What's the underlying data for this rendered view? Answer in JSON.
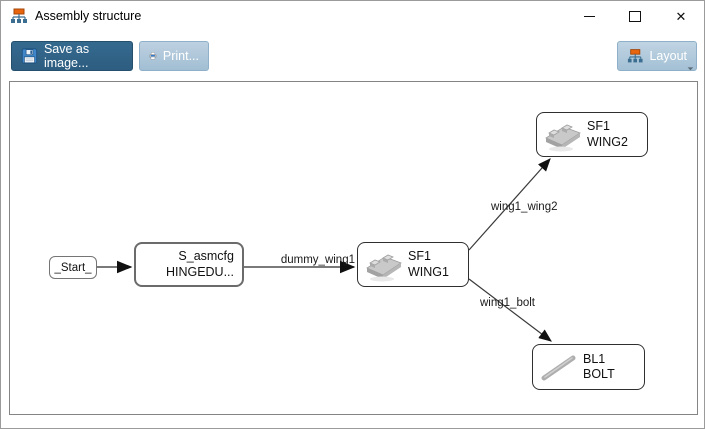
{
  "window": {
    "title": "Assembly structure",
    "controls": {
      "minimize": "",
      "maximize": "",
      "close": "✕"
    }
  },
  "toolbar": {
    "save_label": "Save as image...",
    "print_label": "Print...",
    "layout_label": "Layout"
  },
  "colors": {
    "save_button_bg": "#2d5d80",
    "secondary_button_bg": "#a4c0d5",
    "button_border": "#8fb0c8",
    "canvas_border": "#858585",
    "edge_color": "#4f4f4f",
    "hierarchy_icon_orange": "#e8650d",
    "hierarchy_icon_blue": "#3c6e91"
  },
  "diagram": {
    "nodes": {
      "start": {
        "label": "_Start_"
      },
      "s_asmcfg": {
        "line1": "S_asmcfg",
        "line2": "HINGEDU..."
      },
      "wing1": {
        "line1": "SF1",
        "line2": "WING1",
        "icon": "wing-part-icon"
      },
      "wing2": {
        "line1": "SF1",
        "line2": "WING2",
        "icon": "wing-part-icon"
      },
      "bolt": {
        "line1": "BL1",
        "line2": "BOLT",
        "icon": "bolt-part-icon"
      }
    },
    "edges": {
      "start_to_asmcfg": {
        "label": ""
      },
      "asmcfg_to_wing1": {
        "label": "dummy_wing1"
      },
      "wing1_to_wing2": {
        "label": "wing1_wing2"
      },
      "wing1_to_bolt": {
        "label": "wing1_bolt"
      }
    }
  }
}
